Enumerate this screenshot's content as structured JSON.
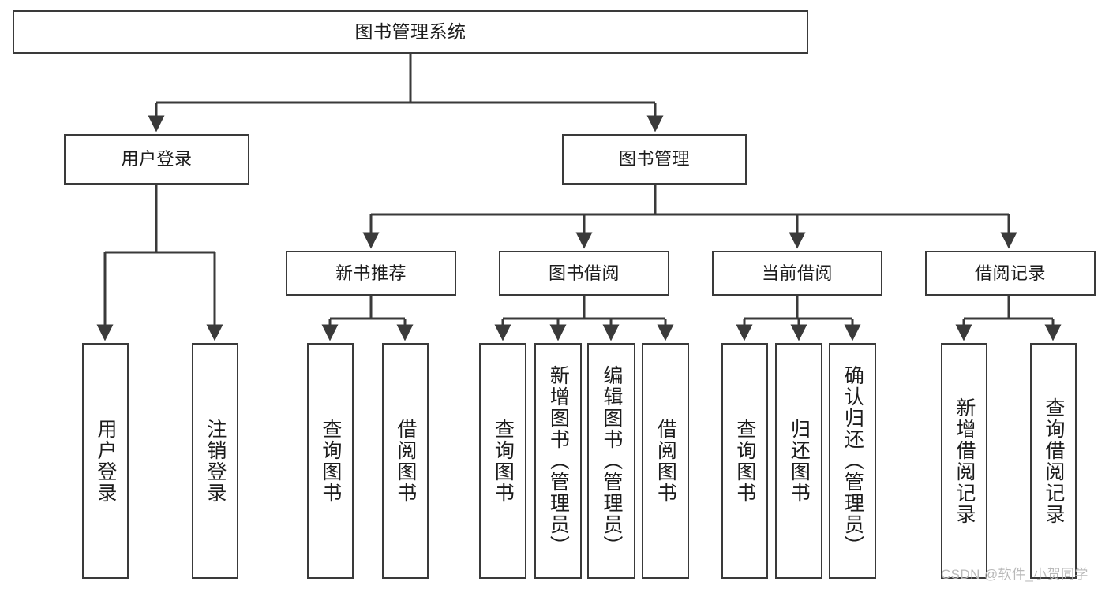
{
  "diagram": {
    "type": "hierarchy-tree",
    "title": "图书管理系统",
    "root": {
      "label": "图书管理系统"
    },
    "level2": [
      {
        "label": "用户登录"
      },
      {
        "label": "图书管理"
      }
    ],
    "level3": [
      {
        "label": "新书推荐"
      },
      {
        "label": "图书借阅"
      },
      {
        "label": "当前借阅"
      },
      {
        "label": "借阅记录"
      }
    ],
    "leaves": {
      "user_login": [
        {
          "label": "用户登录"
        },
        {
          "label": "注销登录"
        }
      ],
      "new_book_recommend": [
        {
          "label": "查询图书"
        },
        {
          "label": "借阅图书"
        }
      ],
      "book_borrow": [
        {
          "label": "查询图书"
        },
        {
          "label": "新增图书（管理员）"
        },
        {
          "label": "编辑图书（管理员）"
        },
        {
          "label": "借阅图书"
        }
      ],
      "current_borrow": [
        {
          "label": "查询图书"
        },
        {
          "label": "归还图书"
        },
        {
          "label": "确认归还（管理员）"
        }
      ],
      "borrow_record": [
        {
          "label": "新增借阅记录"
        },
        {
          "label": "查询借阅记录"
        }
      ]
    }
  },
  "watermark": {
    "text": "CSDN @软件_小贺同学"
  },
  "colors": {
    "border": "#3a3a3a",
    "text": "#1c1c1c",
    "background": "#ffffff",
    "watermark": "#b9b9b9"
  }
}
